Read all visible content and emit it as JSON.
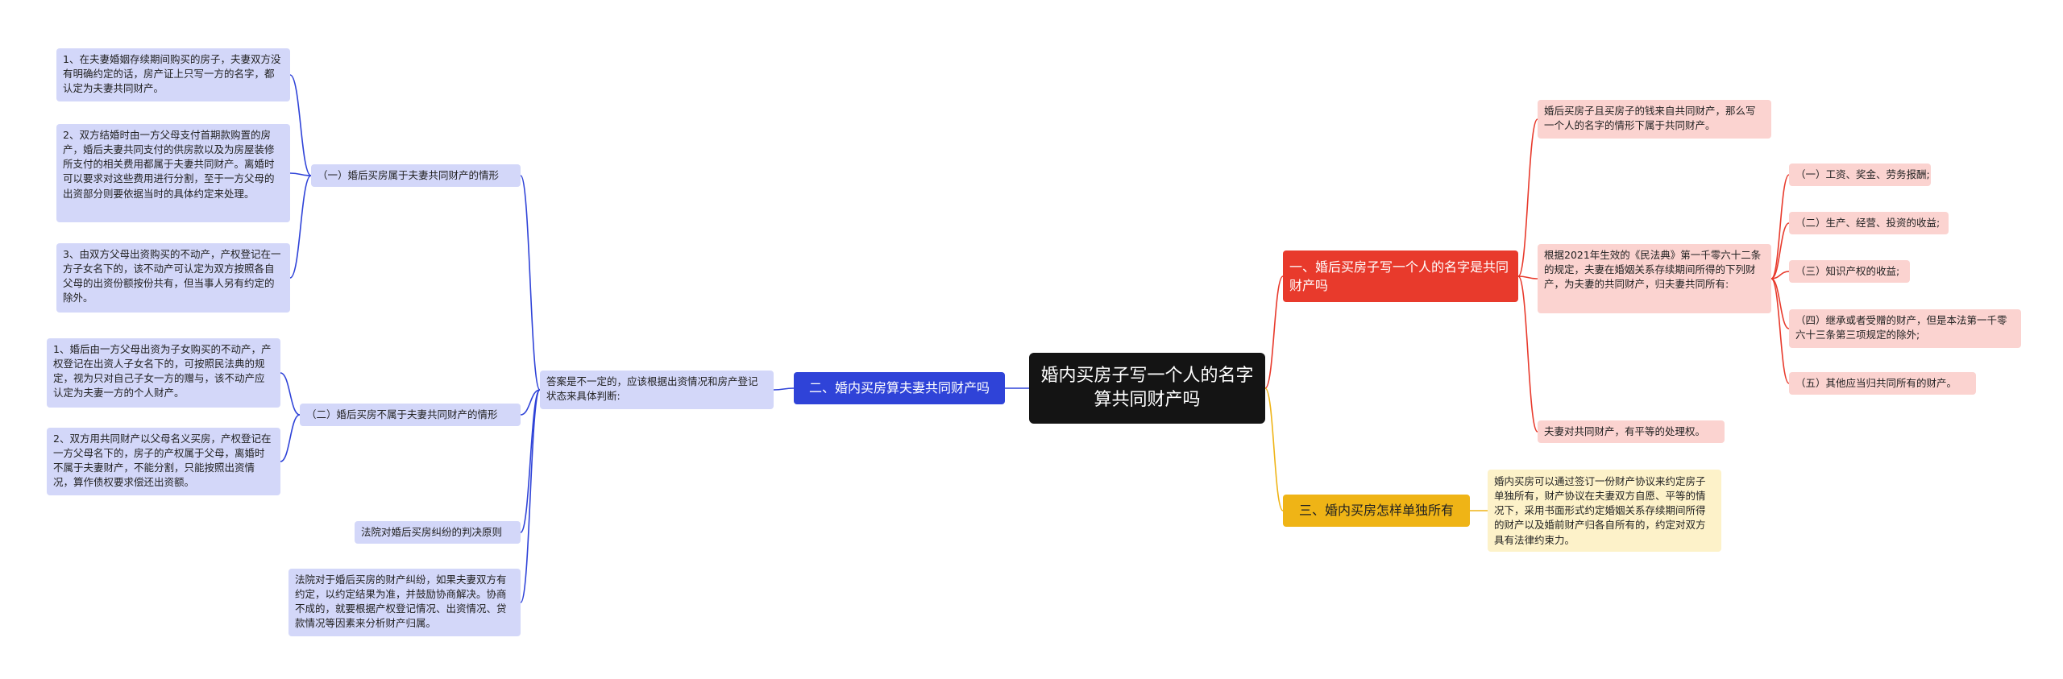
{
  "root": {
    "title": "婚内买房子写一个人的名字算共同财产吗"
  },
  "colors": {
    "red": "#e83a2c",
    "blue": "#2f43d8",
    "yellow": "#efb416"
  },
  "branch_red": {
    "title": "一、婚后买房子写一个人的名字是共同财产吗",
    "intro": "婚后买房子且买房子的钱来自共同财产，那么写一个人的名字的情形下属于共同财产。",
    "law": "根据2021年生效的《民法典》第一千零六十二条的规定，夫妻在婚姻关系存续期间所得的下列财产，为夫妻的共同财产，归夫妻共同所有:",
    "items": [
      "（一）工资、奖金、劳务报酬;",
      "（二）生产、经营、投资的收益;",
      "（三）知识产权的收益;",
      "（四）继承或者受赠的财产，但是本法第一千零六十三条第三项规定的除外;",
      "（五）其他应当归共同所有的财产。"
    ],
    "equal": "夫妻对共同财产，有平等的处理权。"
  },
  "branch_blue": {
    "title": "二、婚内买房算夫妻共同财产吗",
    "answer": "答案是不一定的，应该根据出资情况和房产登记状态来具体判断:",
    "case1": {
      "title": "（一）婚后买房属于夫妻共同财产的情形",
      "items": [
        "1、在夫妻婚姻存续期间购买的房子，夫妻双方没有明确约定的话，房产证上只写一方的名字，都认定为夫妻共同财产。",
        "2、双方结婚时由一方父母支付首期款购置的房产，婚后夫妻共同支付的供房款以及为房屋装修所支付的相关费用都属于夫妻共同财产。离婚时可以要求对这些费用进行分割，至于一方父母的出资部分则要依据当时的具体约定来处理。",
        "3、由双方父母出资购买的不动产，产权登记在一方子女名下的，该不动产可认定为双方按照各自父母的出资份额按份共有，但当事人另有约定的除外。"
      ]
    },
    "case2": {
      "title": "（二）婚后买房不属于夫妻共同财产的情形",
      "items": [
        "1、婚后由一方父母出资为子女购买的不动产，产权登记在出资人子女名下的，可按照民法典的规定，视为只对自己子女一方的赠与，该不动产应认定为夫妻一方的个人财产。",
        "2、双方用共同财产以父母名义买房，产权登记在一方父母名下的，房子的产权属于父母，离婚时不属于夫妻财产，不能分割，只能按照出资情况，算作债权要求偿还出资额。"
      ]
    },
    "court_title": "法院对婚后买房纠纷的判决原则",
    "court_text": "法院对于婚后买房的财产纠纷，如果夫妻双方有约定，以约定结果为准，并鼓励协商解决。协商不成的，就要根据产权登记情况、出资情况、贷款情况等因素来分析财产归属。"
  },
  "branch_yellow": {
    "title": "三、婚内买房怎样单独所有",
    "text": "婚内买房可以通过签订一份财产协议来约定房子单独所有，财产协议在夫妻双方自愿、平等的情况下，采用书面形式约定婚姻关系存续期间所得的财产以及婚前财产归各自所有的，约定对双方具有法律约束力。"
  }
}
